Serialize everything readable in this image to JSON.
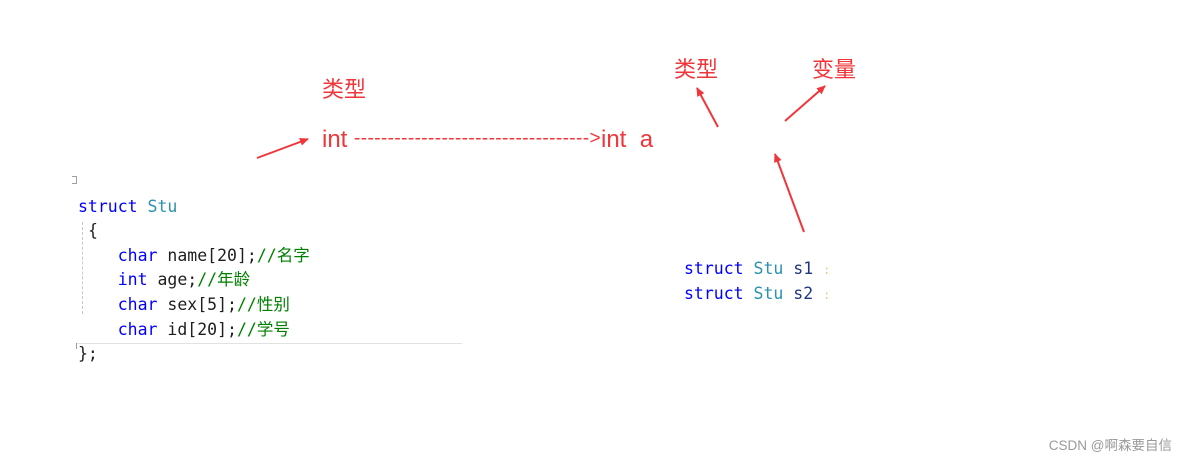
{
  "annotations": {
    "left_type_label": "类型",
    "left_int": "int",
    "dashed_arrow": "----------------------------------->",
    "right_int": "int",
    "right_var": "a",
    "right_type_label": "类型",
    "right_var_label": "变量"
  },
  "struct_definition": {
    "lines": [
      {
        "kw": "struct",
        "type": "Stu",
        "rest": "",
        "comment": ""
      },
      {
        "kw": "",
        "type": "",
        "rest": "{",
        "comment": ""
      },
      {
        "kw": "char",
        "type": "",
        "rest": " name[20];",
        "comment": "//名字"
      },
      {
        "kw": "int",
        "type": "",
        "rest": " age;",
        "comment": "//年龄"
      },
      {
        "kw": "char",
        "type": "",
        "rest": " sex[5];",
        "comment": "//性别"
      },
      {
        "kw": "char",
        "type": "",
        "rest": " id[20];",
        "comment": "//学号"
      },
      {
        "kw": "",
        "type": "",
        "rest": "};",
        "comment": ""
      }
    ]
  },
  "variable_declarations": [
    {
      "kw": "struct",
      "type": "Stu",
      "name": "s1",
      "end": ":"
    },
    {
      "kw": "struct",
      "type": "Stu",
      "name": "s2",
      "end": ":"
    }
  ],
  "watermark": "CSDN @啊森要自信",
  "colors": {
    "annotation_red": "#f0363a",
    "keyword_blue": "#0000ff",
    "type_teal": "#2b91af",
    "comment_green": "#008000",
    "identifier_navy": "#1f377f"
  }
}
